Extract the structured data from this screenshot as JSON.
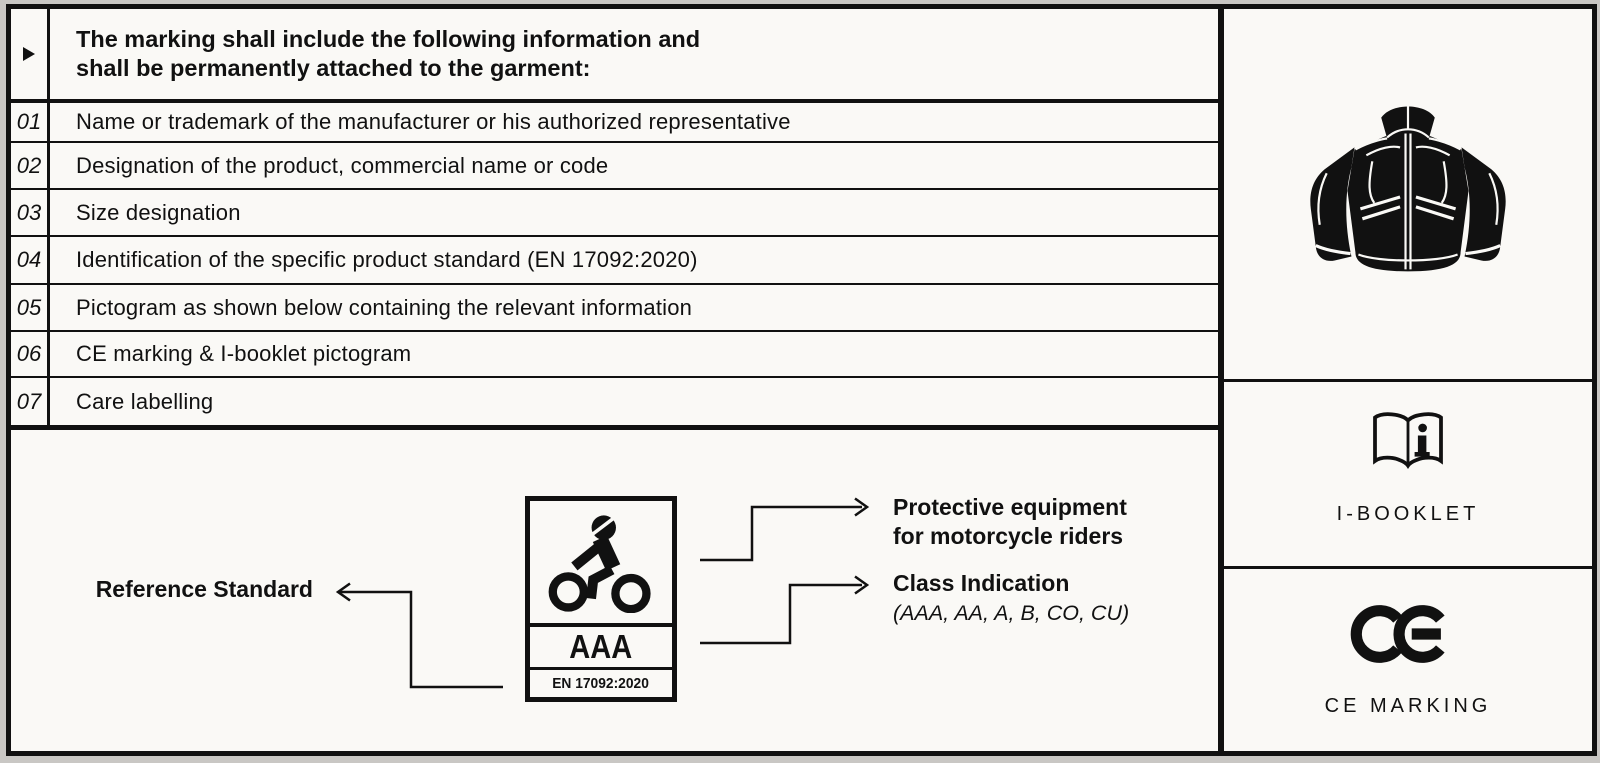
{
  "colors": {
    "ink": "#111111",
    "paper": "#faf9f6",
    "page_bg": "#c9c7c4"
  },
  "table": {
    "header": {
      "marker_icon": "right-triangle-icon",
      "title_line1": "The marking shall include the following information and",
      "title_line2": "shall be permanently attached to the garment:"
    },
    "rows": [
      {
        "num": "01",
        "text": "Name or trademark of the manufacturer or his authorized representative"
      },
      {
        "num": "02",
        "text": "Designation of the product, commercial name or code"
      },
      {
        "num": "03",
        "text": "Size designation"
      },
      {
        "num": "04",
        "text": "Identification of the specific product standard (EN 17092:2020)"
      },
      {
        "num": "05",
        "text": "Pictogram as shown below containing the relevant information"
      },
      {
        "num": "06",
        "text": "CE marking & I-booklet pictogram"
      },
      {
        "num": "07",
        "text": "Care labelling"
      }
    ]
  },
  "diagram": {
    "pictogram": {
      "icon": "motorcycle-rider-icon",
      "class_label": "AAA",
      "standard_label": "EN 17092:2020"
    },
    "callouts": {
      "reference_standard": "Reference Standard",
      "protective_line1": "Protective equipment",
      "protective_line2": "for motorcycle riders",
      "class_title": "Class Indication",
      "class_values": "(AAA, AA, A, B, CO, CU)"
    }
  },
  "side_panel": {
    "jacket_icon": "motorcycle-jacket-icon",
    "booklet": {
      "icon": "i-booklet-icon",
      "label": "I-BOOKLET"
    },
    "ce": {
      "icon": "ce-marking-icon",
      "label": "CE MARKING"
    }
  }
}
